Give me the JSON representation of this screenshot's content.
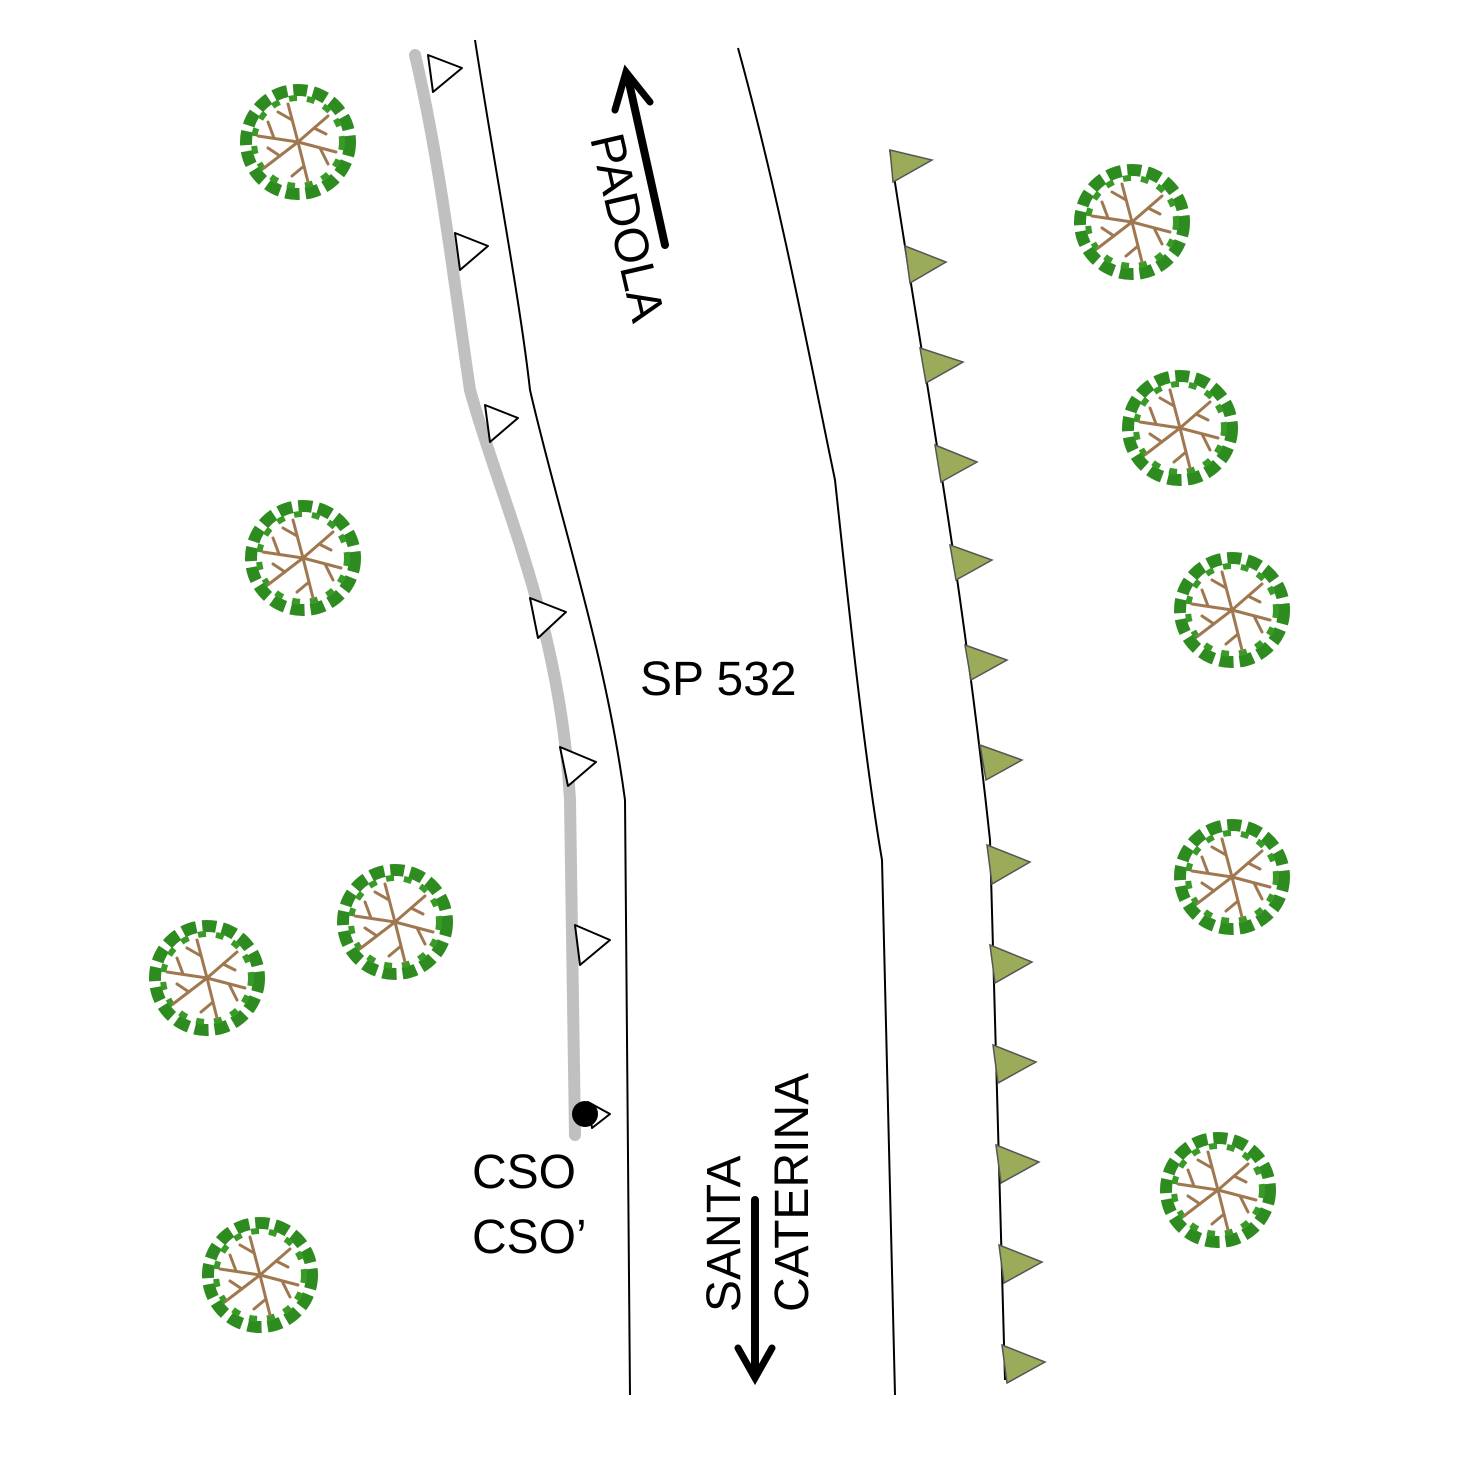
{
  "labels": {
    "road": "SP 532",
    "north_destination": "PADOLA",
    "south_destination_line1": "SANTA",
    "south_destination_line2": "CATERINA",
    "point_label_1": "CSO",
    "point_label_2": "CSO’"
  },
  "colors": {
    "road_edge": "#000000",
    "path": "#c0c0c0",
    "triangle_fill_right": "#9aab5a",
    "tree_foliage": "#2e8b1f",
    "tree_branch": "#a07850",
    "background": "#ffffff"
  },
  "icons": {
    "tree": "tree-icon",
    "arrow_north": "arrow-up-icon",
    "arrow_south": "arrow-down-icon",
    "point": "point-marker-icon"
  }
}
